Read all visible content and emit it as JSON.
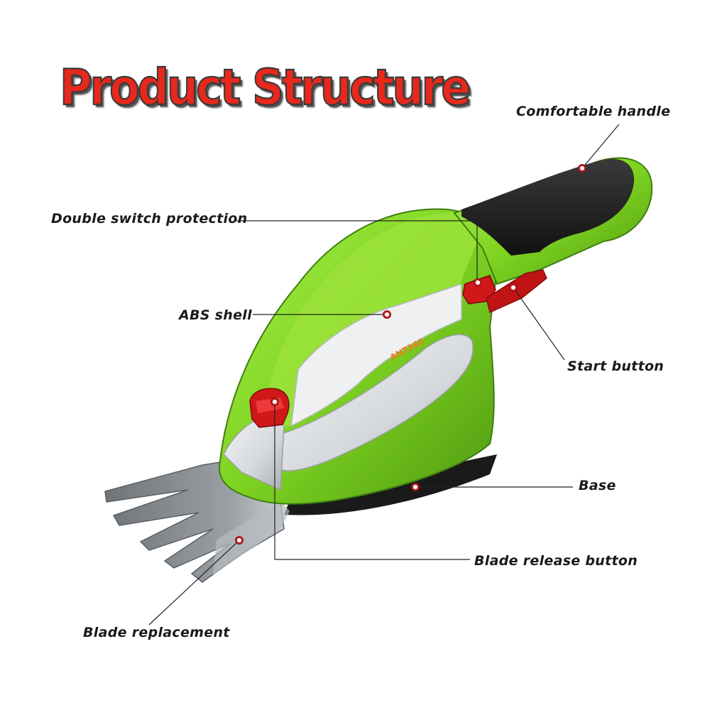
{
  "title": "Product Structure",
  "labels": {
    "comfortable_handle": "Comfortable handle",
    "double_switch_protection": "Double switch protection",
    "abs_shell": "ABS shell",
    "start_button": "Start button",
    "base": "Base",
    "blade_release_button": "Blade release button",
    "blade_replacement": "Blade replacement"
  },
  "product_model_text": "ANT360",
  "colors": {
    "title_red": "#e8281c",
    "body_green": "#7ed321",
    "handle_black": "#1c1c1c",
    "button_red": "#d01818",
    "blade_steel": "#8a8f94",
    "panel_silver": "#d5d8dc",
    "marker_red": "#d0242a"
  }
}
